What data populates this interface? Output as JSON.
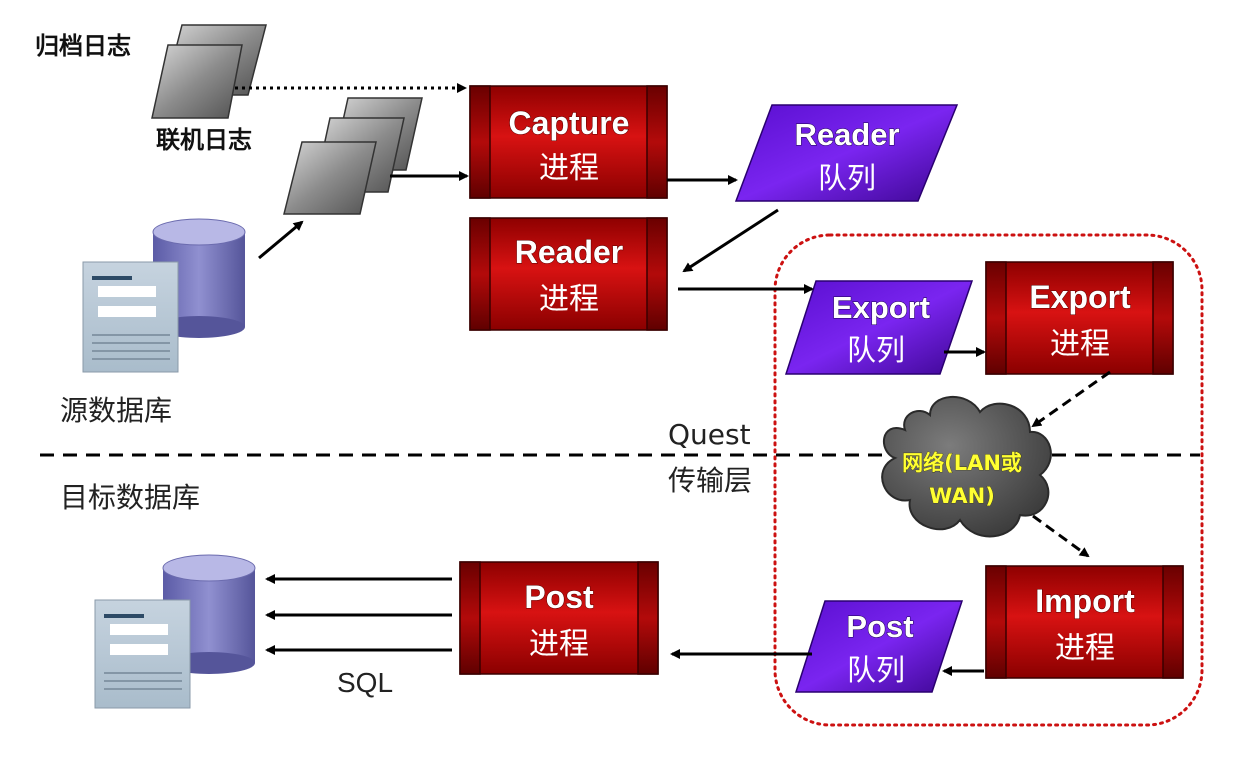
{
  "source_db": {
    "label": "源数据库",
    "archive_log_label": "归档日志",
    "online_log_label": "联机日志"
  },
  "target_db": {
    "label": "目标数据库",
    "sql_label": "SQL"
  },
  "transport_layer": {
    "line1": "Quest",
    "line2": "传输层"
  },
  "network": {
    "line1": "网络(LAN或",
    "line2": "WAN)"
  },
  "processes": {
    "capture": {
      "title": "Capture",
      "sub": "进程"
    },
    "reader": {
      "title": "Reader",
      "sub": "进程"
    },
    "export": {
      "title": "Export",
      "sub": "进程"
    },
    "import": {
      "title": "Import",
      "sub": "进程"
    },
    "post": {
      "title": "Post",
      "sub": "进程"
    }
  },
  "queues": {
    "reader": {
      "title": "Reader",
      "sub": "队列"
    },
    "export": {
      "title": "Export",
      "sub": "队列"
    },
    "post": {
      "title": "Post",
      "sub": "队列"
    }
  },
  "colors": {
    "process_red": "#c80a0a",
    "queue_purple": "#6a12d8",
    "region_dotted": "#cc1111"
  }
}
